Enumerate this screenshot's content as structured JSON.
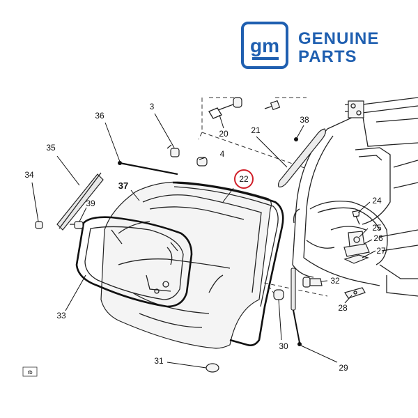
{
  "brand": {
    "logo_text": "gm",
    "line1": "GENUINE",
    "line2": "PARTS",
    "color": "#1f5fb0"
  },
  "highlight_color": "#d0202a",
  "callouts": {
    "c3": "3",
    "c4": "4",
    "c20": "20",
    "c21": "21",
    "c22": "22",
    "c24": "24",
    "c25": "25",
    "c26": "26",
    "c27": "27",
    "c28": "28",
    "c29": "29",
    "c30": "30",
    "c31": "31",
    "c32": "32",
    "c33": "33",
    "c34": "34",
    "c35": "35",
    "c36": "36",
    "c37": "37",
    "c38": "38",
    "c39": "39"
  },
  "corner_tag": "rb"
}
